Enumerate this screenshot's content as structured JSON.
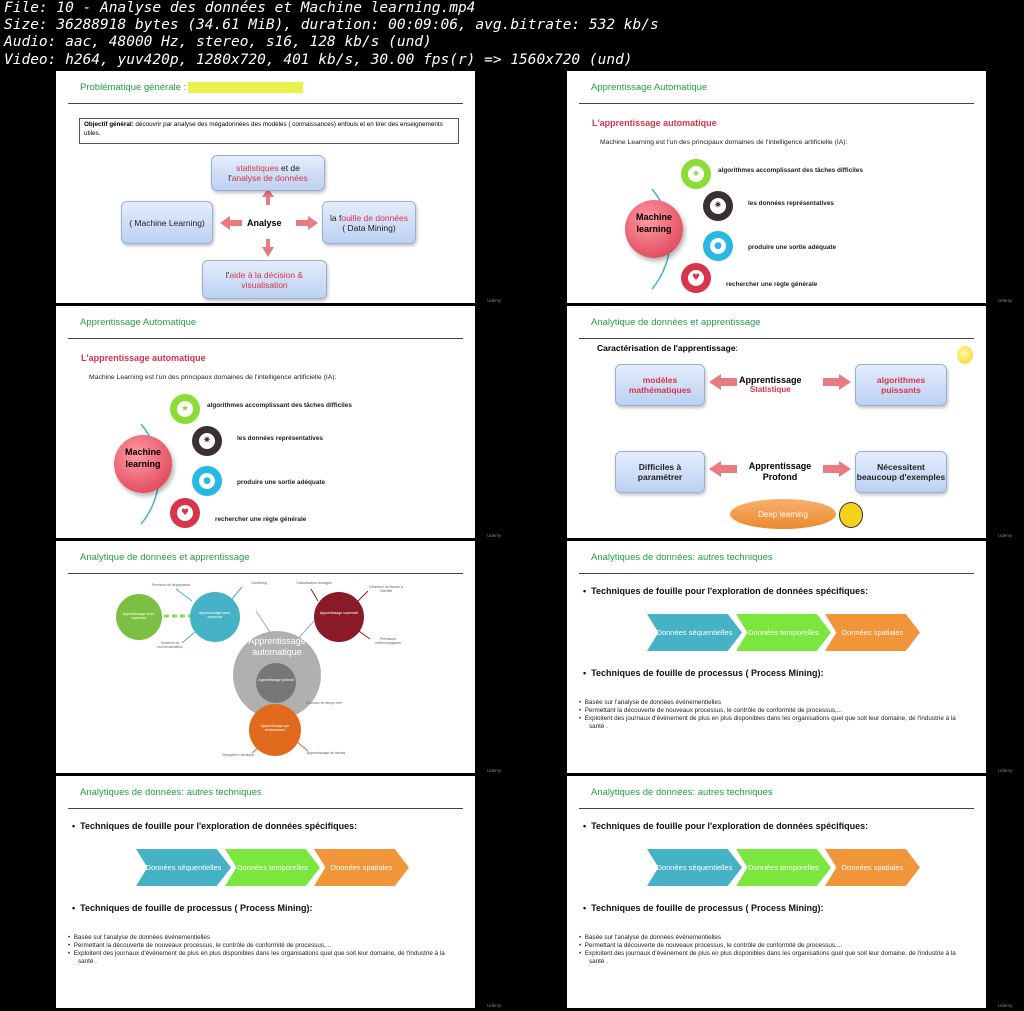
{
  "header": {
    "line1": "File: 10 - Analyse des données et Machine learning.mp4",
    "line2": "Size: 36288918 bytes (34.61 MiB), duration: 00:09:06, avg.bitrate: 532 kb/s",
    "line3": "Audio: aac, 48000 Hz, stereo, s16, 128 kb/s (und)",
    "line4": "Video: h264, yuv420p, 1280x720, 401 kb/s, 30.00 fps(r) => 1560x720 (und)"
  },
  "watermark": "Udemy",
  "slide1": {
    "title": "Problématique générale :",
    "title_highlight": "Analyse des mégadonnées",
    "objective_label": "Objectif général:",
    "objective_text": " découvrir par analyse des mégadonnées des modèles ( connaissances) enfouis et en tirer des enseignements utiles.",
    "center": "Analyse",
    "top_a": "statistiques",
    "top_b": " et de",
    "top_c": "l'",
    "top_d": "analyse de données",
    "left": "( Machine Learning)",
    "right_a": "la f",
    "right_b": "ouille de données",
    "right_c": "( Data Mining)",
    "bottom_a": "l'",
    "bottom_b": "aide à la décision & visualisation"
  },
  "slide_ml": {
    "title": "Apprentissage Automatique",
    "heading": "L'apprentissage automatique",
    "sub": "Machine Learning est l'un des principaux domaines de l'intelligence artificielle (IA):",
    "center": "Machine learning",
    "items": [
      "algorithmes accomplissant des tâches difficiles",
      "les données représentatives",
      "produire une sortie adéquate",
      "rechercher une règle générale"
    ]
  },
  "slide4": {
    "title": "Analytique de données et apprentissage",
    "heading": "Caractérisation de l'apprentissage",
    "colon": ":",
    "a_left": "modèles mathématiques",
    "a_center": "Apprentissage",
    "a_center_sub": "Statistique",
    "a_right": "algorithmes puissants",
    "b_left": "Difficiles à paramétrer",
    "b_center": "Apprentissage Profond",
    "b_right": "Nécessitent beaucoup d'exemples",
    "deep": "Deep learning"
  },
  "slide5": {
    "title": "Analytique de données et apprentissage",
    "center": "Apprentissage automatique",
    "center_inner": "Apprentissage profond",
    "left": "Apprentissage semi-supervisé",
    "green": "Apprentissage semi-supervisé",
    "right": "Apprentissage supervisé",
    "bottom": "Apprentissage par renforcement",
    "small_labels": [
      "Prévision de dégradation",
      "Clustering",
      "Système de recommandation",
      "Classification d'images",
      "Détection de fraude à l'identité",
      "Prévisions météorologiques",
      "Décision en temps réel",
      "Navigation robotique",
      "Apprentissage de tâches"
    ]
  },
  "slide_tech": {
    "title": "Analytiques de données: autres techniques",
    "b1": "Techniques de fouille pour l'exploration de données spécifiques:",
    "c1": "Données séquentielles",
    "c2": "Données temporelles",
    "c3": "Données spatiales",
    "b2": "Techniques de fouille de processus ( Process Mining):",
    "list": [
      "Basée sur l'analyse de données événementielles",
      "Permettant la découverte de nouveaux processus, le contrôle de conformité de processus,...",
      "Exploitent des journaux d'événement de plus en plus disponibles dans les organisations quel que soit leur domaine, de l'industrie à la santé ."
    ]
  },
  "colors": {
    "title_green": "#23a046",
    "accent_red": "#d8344a",
    "teal": "#45b3c5",
    "lime": "#7be73e",
    "orange": "#f0953a"
  }
}
